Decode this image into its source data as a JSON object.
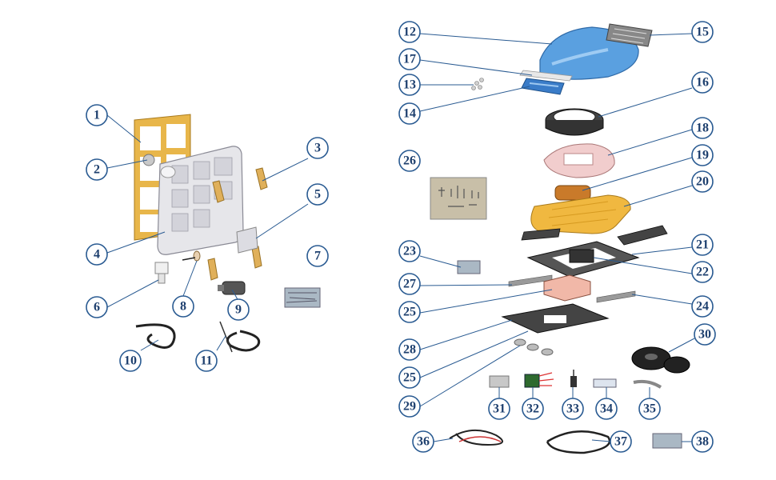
{
  "palette": {
    "callout_stroke": "#2a5b92",
    "callout_text": "#1d3f6e",
    "frame_orange": "#e8b64a",
    "housing_grey": "#e6e6ea",
    "cover_blue": "#5aa0e0",
    "gasket_dark": "#3a3a3a",
    "pink_part": "#f1cdcd"
  },
  "callouts": [
    {
      "id": "c1",
      "label": "1"
    },
    {
      "id": "c2",
      "label": "2"
    },
    {
      "id": "c3",
      "label": "3"
    },
    {
      "id": "c4",
      "label": "4"
    },
    {
      "id": "c5",
      "label": "5"
    },
    {
      "id": "c6",
      "label": "6"
    },
    {
      "id": "c7",
      "label": "7"
    },
    {
      "id": "c8",
      "label": "8"
    },
    {
      "id": "c9",
      "label": "9"
    },
    {
      "id": "c10",
      "label": "10"
    },
    {
      "id": "c11",
      "label": "11"
    },
    {
      "id": "c12",
      "label": "12"
    },
    {
      "id": "c13",
      "label": "13"
    },
    {
      "id": "c14",
      "label": "14"
    },
    {
      "id": "c15",
      "label": "15"
    },
    {
      "id": "c16",
      "label": "16"
    },
    {
      "id": "c17",
      "label": "17"
    },
    {
      "id": "c18",
      "label": "18"
    },
    {
      "id": "c19",
      "label": "19"
    },
    {
      "id": "c20",
      "label": "20"
    },
    {
      "id": "c21",
      "label": "21"
    },
    {
      "id": "c22",
      "label": "22"
    },
    {
      "id": "c23",
      "label": "23"
    },
    {
      "id": "c24",
      "label": "24"
    },
    {
      "id": "c25a",
      "label": "25"
    },
    {
      "id": "c25b",
      "label": "25"
    },
    {
      "id": "c26",
      "label": "26"
    },
    {
      "id": "c27",
      "label": "27"
    },
    {
      "id": "c28",
      "label": "28"
    },
    {
      "id": "c29",
      "label": "29"
    },
    {
      "id": "c30",
      "label": "30"
    },
    {
      "id": "c31",
      "label": "31"
    },
    {
      "id": "c32",
      "label": "32"
    },
    {
      "id": "c33",
      "label": "33"
    },
    {
      "id": "c34",
      "label": "34"
    },
    {
      "id": "c35",
      "label": "35"
    },
    {
      "id": "c36",
      "label": "36"
    },
    {
      "id": "c37",
      "label": "37"
    },
    {
      "id": "c38",
      "label": "38"
    }
  ]
}
